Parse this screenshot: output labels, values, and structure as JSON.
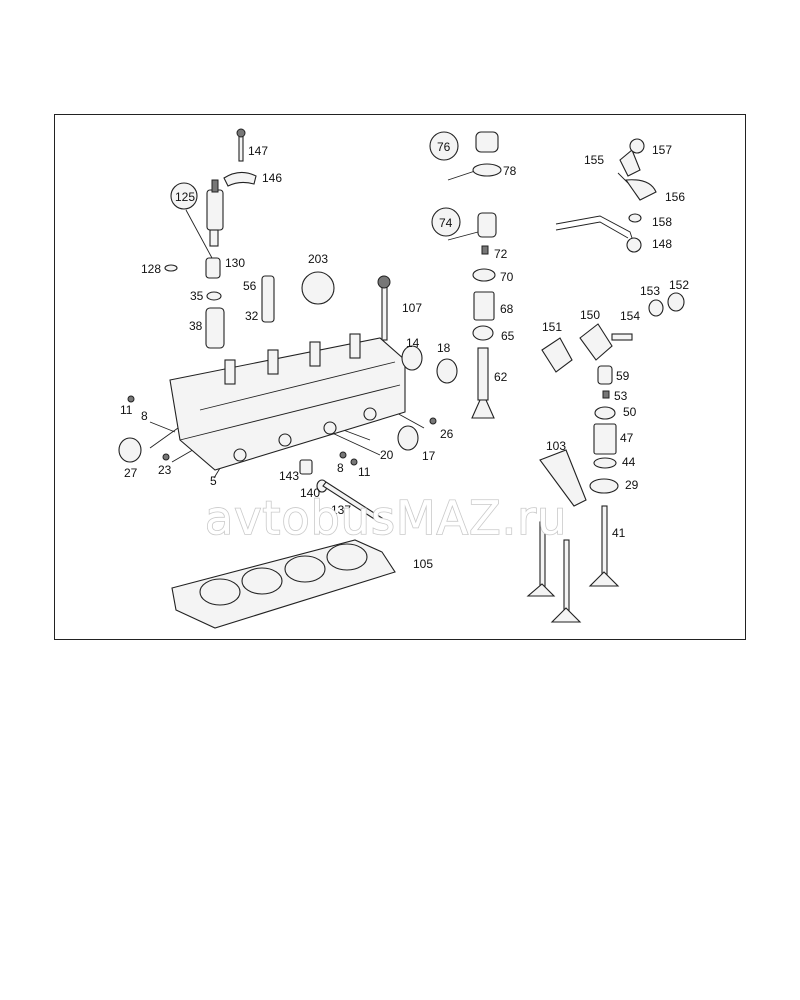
{
  "watermark": "avtobusMAZ.ru",
  "labels": {
    "l147": "147",
    "l146": "146",
    "l125": "125",
    "l128": "128",
    "l130": "130",
    "l35": "35",
    "l38": "38",
    "l56": "56",
    "l32": "32",
    "l203": "203",
    "l107": "107",
    "l14": "14",
    "l18": "18",
    "l11a": "11",
    "l8a": "8",
    "l27": "27",
    "l23": "23",
    "l5": "5",
    "l143": "143",
    "l8b": "8",
    "l11b": "11",
    "l20": "20",
    "l17": "17",
    "l26": "26",
    "l140": "140",
    "l137": "137",
    "l105": "105",
    "l76": "76",
    "l78": "78",
    "l74": "74",
    "l72": "72",
    "l70": "70",
    "l68": "68",
    "l65": "65",
    "l62": "62",
    "l155": "155",
    "l157": "157",
    "l156": "156",
    "l158": "158",
    "l148": "148",
    "l153": "153",
    "l152": "152",
    "l151": "151",
    "l150": "150",
    "l154": "154",
    "l59": "59",
    "l53": "53",
    "l50": "50",
    "l47": "47",
    "l44": "44",
    "l29": "29",
    "l103": "103",
    "l41": "41"
  }
}
